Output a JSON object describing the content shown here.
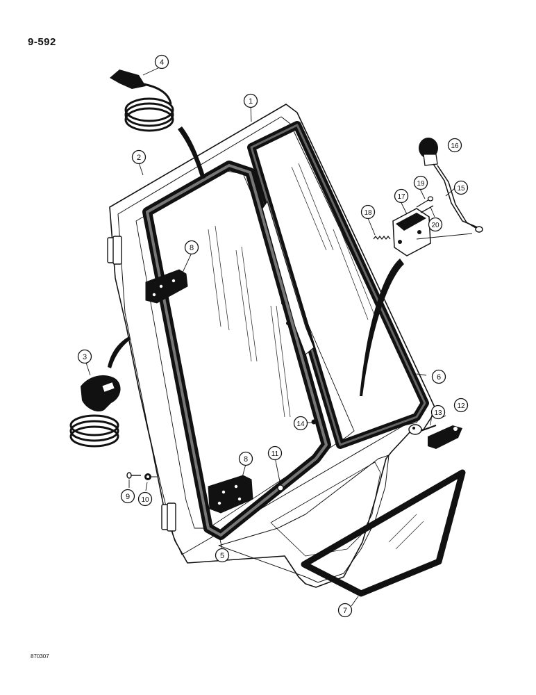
{
  "page": {
    "number": "9-592",
    "drawing_code": "870307"
  },
  "callouts": [
    "1",
    "2",
    "3",
    "4",
    "5",
    "6",
    "7",
    "8",
    "8",
    "9",
    "10",
    "11",
    "12",
    "13",
    "14",
    "15",
    "16",
    "17",
    "18",
    "19",
    "20"
  ]
}
